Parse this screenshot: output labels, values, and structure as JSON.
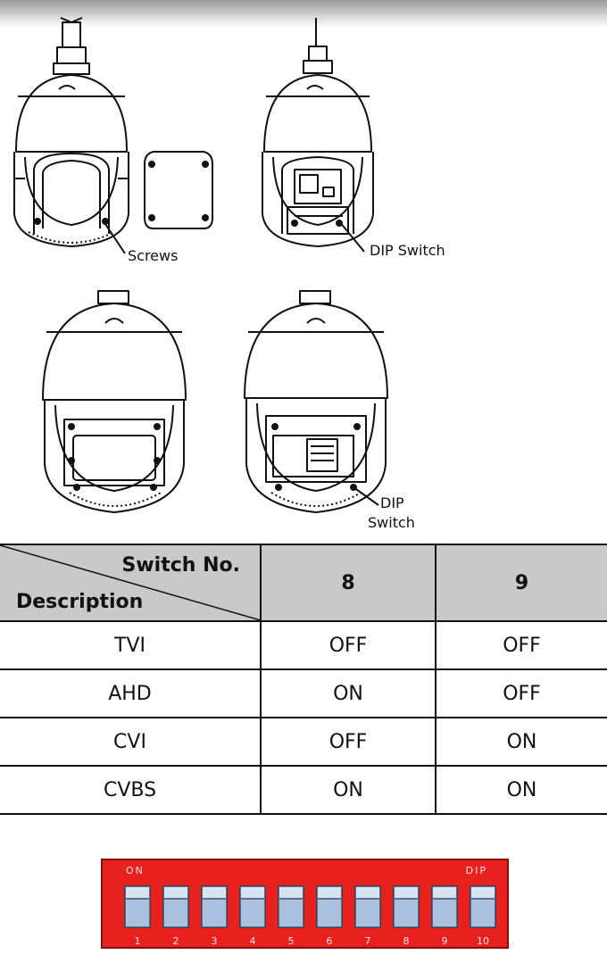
{
  "figure": {
    "callouts": {
      "screws": "Screws",
      "dip_switch_top": "DIP Switch",
      "dip_switch_bottom_line1": "DIP",
      "dip_switch_bottom_line2": "Switch"
    }
  },
  "table": {
    "header": {
      "corner_top": "Switch No.",
      "corner_bottom": "Description",
      "columns": [
        "8",
        "9"
      ]
    },
    "rows": [
      {
        "description": "TVI",
        "switch8": "OFF",
        "switch9": "OFF"
      },
      {
        "description": "AHD",
        "switch8": "ON",
        "switch9": "OFF"
      },
      {
        "description": "CVI",
        "switch8": "OFF",
        "switch9": "ON"
      },
      {
        "description": "CVBS",
        "switch8": "ON",
        "switch9": "ON"
      }
    ],
    "header_bg": "#c9c9c9"
  },
  "dip_switch": {
    "on_label": "ON",
    "brand_label": "DIP",
    "numbers": [
      "1",
      "2",
      "3",
      "4",
      "5",
      "6",
      "7",
      "8",
      "9",
      "10"
    ],
    "body_color": "#e8211e",
    "toggle_color": "#a9c1df"
  }
}
